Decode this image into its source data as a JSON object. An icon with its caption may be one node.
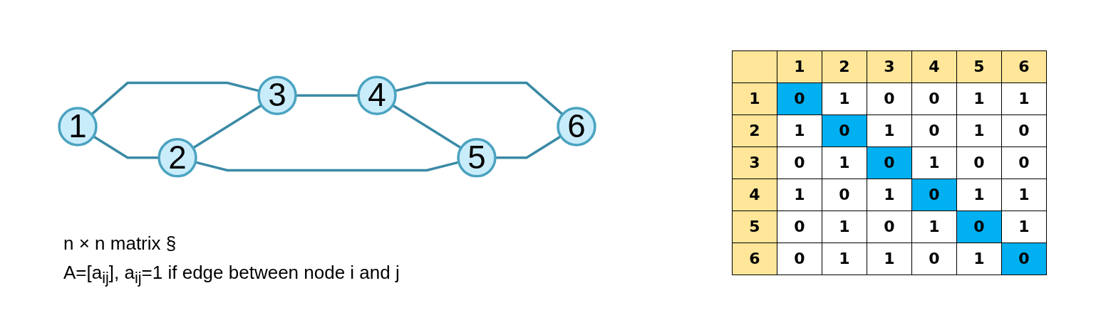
{
  "diagram": {
    "nodes": [
      {
        "text": [
          "1"
        ]
      },
      {
        "text": [
          "3"
        ]
      },
      {
        "text": [
          "2"
        ]
      },
      {
        "text": [
          "4"
        ]
      },
      {
        "text": [
          "5"
        ]
      },
      {
        "text": [
          "6"
        ]
      }
    ],
    "edges": [
      {
        "from": 0,
        "to": 1,
        "arrow": "none"
      },
      {
        "from": 0,
        "to": 2,
        "arrow": "none"
      },
      {
        "from": 2,
        "to": 1,
        "arrow": "none"
      },
      {
        "from": 1,
        "to": 3,
        "arrow": "none"
      },
      {
        "from": 3,
        "to": 4,
        "arrow": "none"
      },
      {
        "from": 3,
        "to": 5,
        "arrow": "none"
      },
      {
        "from": 2,
        "to": 4,
        "arrow": "none"
      },
      {
        "from": 4,
        "to": 5,
        "arrow": "none"
      }
    ],
    "labels": [
      "n × n matrix §",
      "A=[a$_{ij}$], a$_{ij}$=1 if edge between node i and j",
      "1",
      "2",
      "3",
      "4",
      "5",
      "6",
      "1",
      "0",
      "1",
      "0",
      "0",
      "1",
      "1",
      "2",
      "1",
      "0",
      "1",
      "0",
      "1",
      "0",
      "3",
      "0",
      "1",
      "0",
      "1",
      "0",
      "0",
      "4",
      "1",
      "0",
      "1",
      "0",
      "1",
      "1",
      "5",
      "0",
      "1",
      "0",
      "1",
      "0",
      "1",
      "6",
      "0",
      "1",
      "1",
      "0",
      "1",
      "0"
    ]
  }
}
